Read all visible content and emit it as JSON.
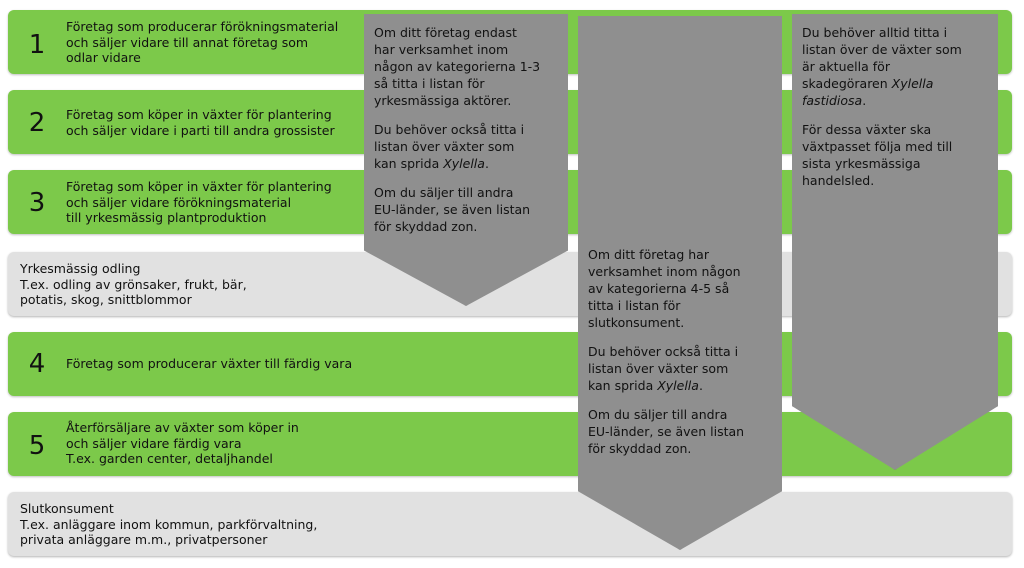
{
  "rows": [
    {
      "number": "1",
      "text": "Företag som producerar förökningsmaterial\noch säljer vidare till annat företag som\nodlar vidare"
    },
    {
      "number": "2",
      "text": "Företag som köper in växter för plantering\noch säljer vidare i parti till andra grossister"
    },
    {
      "number": "3",
      "text": "Företag som köper in växter för plantering\noch säljer vidare förökningsmaterial\ntill yrkesmässig plantproduktion"
    },
    {
      "number": "",
      "text": "Yrkesmässig odling\nT.ex. odling av grönsaker, frukt, bär,\npotatis, skog, snittblommor"
    },
    {
      "number": "4",
      "text": "Företag som producerar växter till färdig vara"
    },
    {
      "number": "5",
      "text": "Återförsäljare av växter som köper in\noch säljer vidare färdig vara\nT.ex. garden center, detaljhandel"
    },
    {
      "number": "",
      "text": "Slutkonsument\nT.ex. anläggare inom kommun, parkförvaltning,\nprivata anläggare m.m., privatpersoner"
    }
  ],
  "arrows": {
    "cat_1_3": {
      "para1": "Om ditt företag endast\nhar verksamhet inom\nnågon av kategorierna 1-3\nså titta i listan för\nyrkesmässiga aktörer.",
      "para2_before": "Du behöver också titta i\nlistan över växter som\nkan sprida ",
      "para2_italic": "Xylella",
      "para2_after": ".",
      "para3": "Om du säljer till andra\nEU-länder, se även listan\nför skyddad zon."
    },
    "cat_4_5": {
      "para1": "Om ditt företag har\nverksamhet inom någon\nav kategorierna 4-5 så\ntitta i listan för\nslutkonsument.",
      "para2_before": "Du behöver också titta i\nlistan över växter som\nkan sprida ",
      "para2_italic": "Xylella",
      "para2_after": ".",
      "para3": "Om du säljer till andra\nEU-länder, se även listan\nför skyddad zon."
    },
    "always": {
      "para1_before": "Du behöver alltid titta i\nlistan över de växter som\när aktuella för\nskadegöraren ",
      "para1_italic": "Xylella\nfastidiosa",
      "para1_after": ".",
      "para2": "För dessa växter ska\nväxtpasset följa med till\nsista yrkesmässiga\nhandelsled."
    }
  },
  "colors": {
    "green": "#7cc94a",
    "grey_band": "#e1e1e1",
    "arrow": "#8f8f8f"
  }
}
